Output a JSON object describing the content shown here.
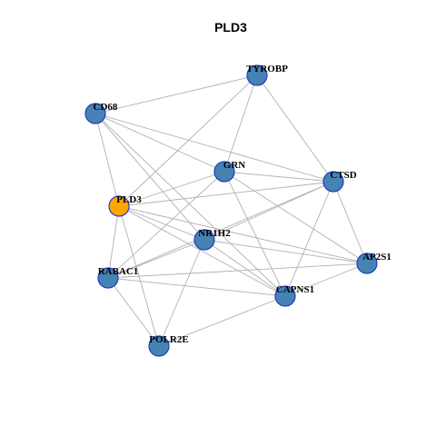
{
  "title": "PLD3",
  "colors": {
    "node_default": "#4682b4",
    "node_highlight": "#ffa500",
    "node_border": "#1f3fbf",
    "edge": "#b0b0b0"
  },
  "nodes": [
    {
      "id": "TYROBP",
      "label": "TYROBP",
      "highlight": false
    },
    {
      "id": "CD68",
      "label": "CD68",
      "highlight": false
    },
    {
      "id": "GRN",
      "label": "GRN",
      "highlight": false
    },
    {
      "id": "CTSD",
      "label": "CTSD",
      "highlight": false
    },
    {
      "id": "PLD3",
      "label": "PLD3",
      "highlight": true
    },
    {
      "id": "NR1H2",
      "label": "NR1H2",
      "highlight": false
    },
    {
      "id": "AP2S1",
      "label": "AP2S1",
      "highlight": false
    },
    {
      "id": "RABAC1",
      "label": "RABAC1",
      "highlight": false
    },
    {
      "id": "CAPNS1",
      "label": "CAPNS1",
      "highlight": false
    },
    {
      "id": "POLR2E",
      "label": "POLR2E",
      "highlight": false
    }
  ],
  "edges": [
    [
      "TYROBP",
      "CD68"
    ],
    [
      "TYROBP",
      "GRN"
    ],
    [
      "TYROBP",
      "CTSD"
    ],
    [
      "TYROBP",
      "PLD3"
    ],
    [
      "CD68",
      "GRN"
    ],
    [
      "CD68",
      "CTSD"
    ],
    [
      "CD68",
      "PLD3"
    ],
    [
      "CD68",
      "NR1H2"
    ],
    [
      "CD68",
      "CAPNS1"
    ],
    [
      "GRN",
      "CTSD"
    ],
    [
      "GRN",
      "PLD3"
    ],
    [
      "GRN",
      "AP2S1"
    ],
    [
      "GRN",
      "CAPNS1"
    ],
    [
      "GRN",
      "RABAC1"
    ],
    [
      "CTSD",
      "PLD3"
    ],
    [
      "CTSD",
      "NR1H2"
    ],
    [
      "CTSD",
      "AP2S1"
    ],
    [
      "CTSD",
      "CAPNS1"
    ],
    [
      "CTSD",
      "RABAC1"
    ],
    [
      "PLD3",
      "NR1H2"
    ],
    [
      "PLD3",
      "AP2S1"
    ],
    [
      "PLD3",
      "RABAC1"
    ],
    [
      "PLD3",
      "POLR2E"
    ],
    [
      "PLD3",
      "CAPNS1"
    ],
    [
      "NR1H2",
      "AP2S1"
    ],
    [
      "NR1H2",
      "RABAC1"
    ],
    [
      "NR1H2",
      "CAPNS1"
    ],
    [
      "NR1H2",
      "POLR2E"
    ],
    [
      "AP2S1",
      "CAPNS1"
    ],
    [
      "AP2S1",
      "RABAC1"
    ],
    [
      "RABAC1",
      "CAPNS1"
    ],
    [
      "RABAC1",
      "POLR2E"
    ],
    [
      "CAPNS1",
      "POLR2E"
    ]
  ]
}
